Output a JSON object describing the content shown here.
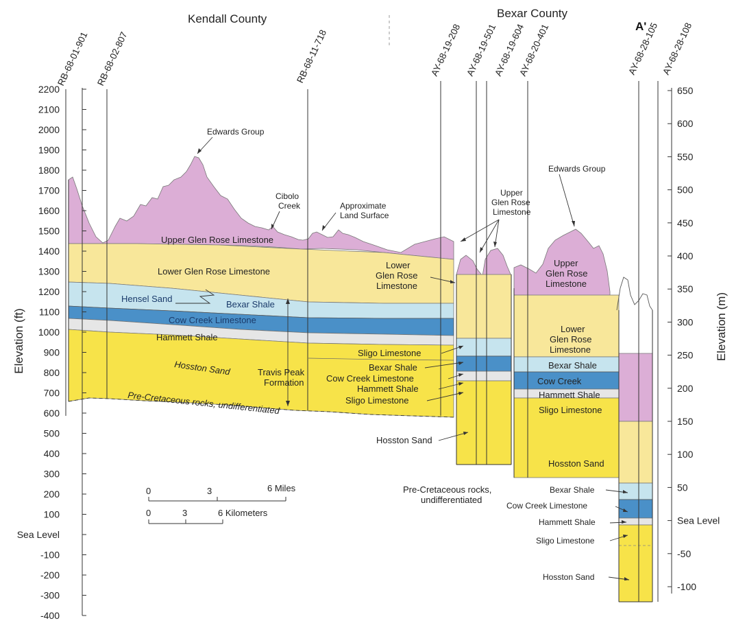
{
  "counties": {
    "left": "Kendall County",
    "right": "Bexar County"
  },
  "section_label": "A'",
  "wells": [
    "RB-68-01-901",
    "RB-68-02-807",
    "RB-68-11-718",
    "AY-68-19-208",
    "AY-68-19-501",
    "AY-68-19-604",
    "AY-68-20-401",
    "AY-68-28-105",
    "AY-68-28-108"
  ],
  "left_axis": {
    "title": "Elevation (ft)",
    "ticks": [
      "2200",
      "2100",
      "2000",
      "1900",
      "1800",
      "1700",
      "1600",
      "1500",
      "1400",
      "1300",
      "1200",
      "1100",
      "1000",
      "900",
      "800",
      "700",
      "600",
      "500",
      "400",
      "300",
      "200",
      "100",
      "Sea Level",
      "-100",
      "-200",
      "-300",
      "-400"
    ]
  },
  "right_axis": {
    "title": "Elevation (m)",
    "ticks": [
      "650",
      "600",
      "550",
      "500",
      "450",
      "400",
      "350",
      "300",
      "250",
      "200",
      "150",
      "100",
      "50",
      "Sea Level",
      "-50",
      "-100"
    ]
  },
  "labels": {
    "edwards_left": "Edwards Group",
    "edwards_right": "Edwards Group",
    "cibolo_1": "Cibolo",
    "cibolo_2": "Creek",
    "approx_1": "Approximate",
    "approx_2": "Land Surface",
    "ugr_right_1": "Upper",
    "ugr_right_2": "Glen Rose",
    "ugr_right_3": "Limestone",
    "ugr_main": "Upper Glen Rose Limestone",
    "lgr_main": "Lower Glen Rose Limestone",
    "lgr_mid_1": "Lower",
    "lgr_mid_2": "Glen Rose",
    "lgr_mid_3": "Limestone",
    "ugr_box_1": "Upper",
    "ugr_box_2": "Glen Rose",
    "ugr_box_3": "Limestone",
    "lgr_box_1": "Lower",
    "lgr_box_2": "Glen Rose",
    "lgr_box_3": "Limestone",
    "hensel": "Hensel Sand",
    "bexar_left": "Bexar Shale",
    "cowcreek_left": "Cow Creek Limestone",
    "hammett_left": "Hammett Shale",
    "hosston_left": "Hosston Sand",
    "travis_1": "Travis Peak",
    "travis_2": "Formation",
    "precret_left": "Pre-Cretaceous rocks, undifferentiated",
    "sligo_mid": "Sligo Limestone",
    "bexar_mid": "Bexar Shale",
    "cowcreek_mid": "Cow Creek Limestone",
    "hammett_mid": "Hammett Shale",
    "sligo_mid2": "Sligo Limestone",
    "hosston_mid": "Hosston Sand",
    "precret_mid_1": "Pre-Cretaceous rocks,",
    "precret_mid_2": "undifferentiated",
    "bexar_box": "Bexar Shale",
    "cowcreek_box": "Cow Creek",
    "hammett_box": "Hammett Shale",
    "sligo_box": "Sligo Limestone",
    "hosston_box": "Hosston Sand",
    "bexar_far": "Bexar Shale",
    "cowcreek_far": "Cow Creek Limestone",
    "hammett_far": "Hammett Shale",
    "sligo_far": "Sligo Limestone",
    "hosston_far": "Hosston Sand"
  },
  "scale_bar": {
    "miles": [
      "0",
      "3",
      "6 Miles"
    ],
    "km": [
      "0",
      "3",
      "6 Kilometers"
    ]
  },
  "colors": {
    "upper_glen_rose": "#dcaed6",
    "lower_glen_rose": "#f8e79a",
    "hensel_bexar": "#c6e4ee",
    "cow_creek": "#4a90c8",
    "hammett": "#e6e6e6",
    "hosston_sligo": "#f7e349"
  }
}
